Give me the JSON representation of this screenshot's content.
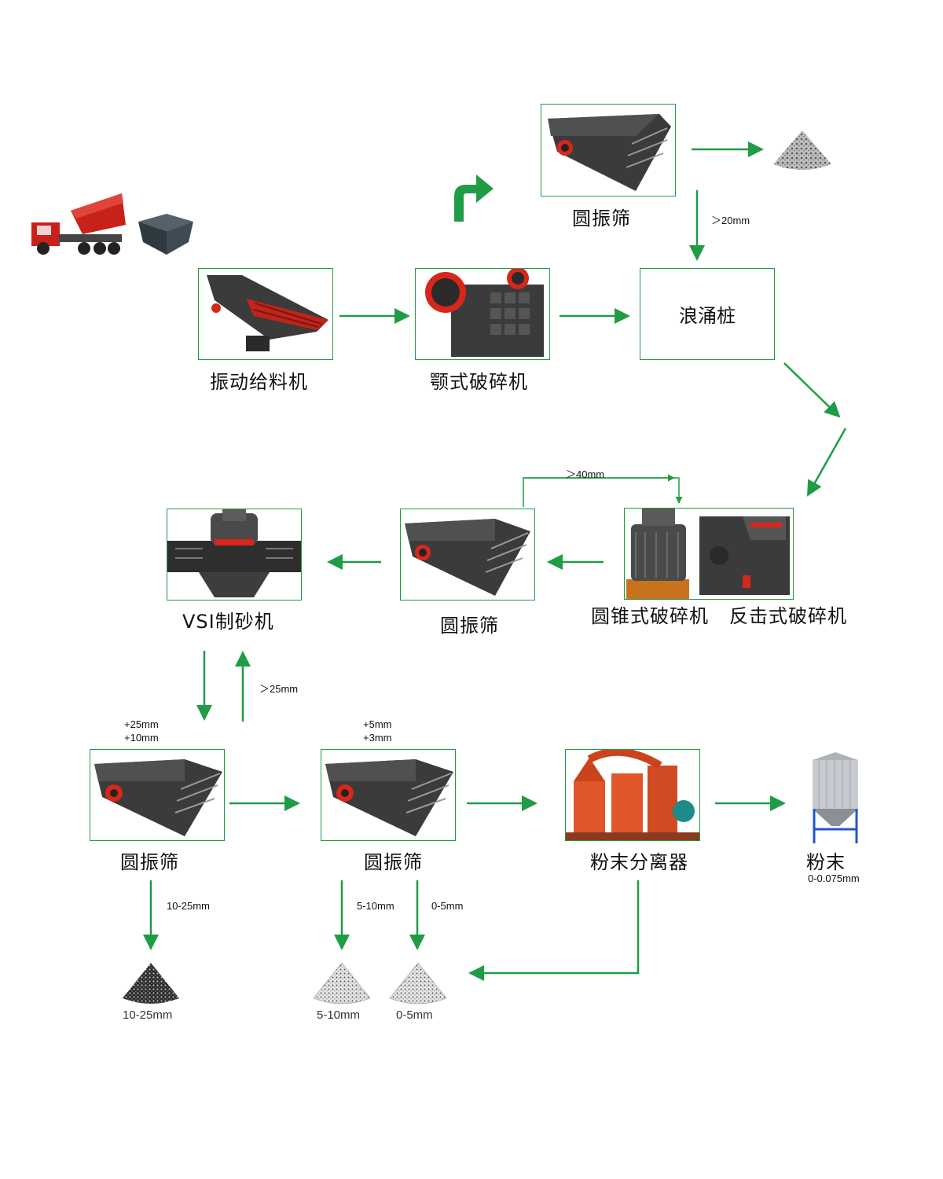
{
  "nodes": {
    "screen_top": "圆振筛",
    "feeder": "振动给料机",
    "jaw": "颚式破碎机",
    "surge": "浪涌桩",
    "cone": "圆锥式破碎机",
    "impact": "反击式破碎机",
    "screen_mid": "圆振筛",
    "vsi": "VSI制砂机",
    "screen_b1": "圆振筛",
    "screen_b2": "圆振筛",
    "separator": "粉末分离器",
    "powder": "粉末"
  },
  "flow_labels": {
    "gt20": "＞20mm",
    "gt40": "＞40mm",
    "gt25": "＞25mm",
    "b1_sizes": [
      "+25mm",
      "+10mm"
    ],
    "b2_sizes": [
      "+5mm",
      "+3mm"
    ],
    "out_10_25": "10-25mm",
    "out_5_10": "5-10mm",
    "out_0_5": "0-5mm",
    "powder_size": "0-0.075mm"
  },
  "products": {
    "pile_10_25": "10-25mm",
    "pile_5_10": "5-10mm",
    "pile_0_5": "0-5mm"
  },
  "colors": {
    "arrow": "#1f9c45",
    "box_border": "#1f9c45",
    "machine": "#3b3b3b",
    "accent_red": "#d8261b",
    "separator_orange": "#e0552a",
    "silo_blue": "#2456c8"
  }
}
